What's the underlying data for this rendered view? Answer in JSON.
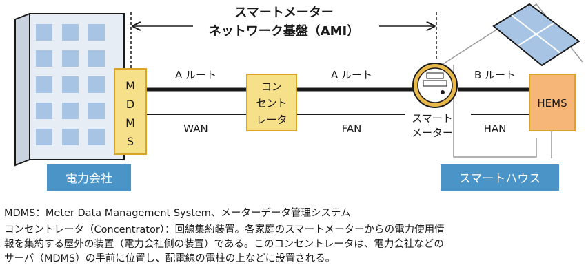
{
  "diagram": {
    "ami_title_line1": "スマートメーター",
    "ami_title_line2": "ネットワーク基盤（AMI）",
    "mdms_letters": [
      "M",
      "D",
      "M",
      "S"
    ],
    "concentrator_lines": [
      "コン",
      "セント",
      "レータ"
    ],
    "smart_meter_lines": [
      "スマート",
      "メーター"
    ],
    "hems_label": "HEMS",
    "routes": {
      "a_route_left": "A ルート",
      "a_route_right": "A ルート",
      "b_route": "B ルート"
    },
    "networks": {
      "wan": "WAN",
      "fan": "FAN",
      "han": "HAN"
    },
    "power_company_label": "電力会社",
    "smart_house_label": "スマートハウス"
  },
  "notes": {
    "mdms_definition": "MDMS：Meter Data Management System、メーターデータ管理システム",
    "concentrator_definition_lines": [
      "コンセントレータ（Concentrator）：回線集約装置。各家庭のスマートメーターからの電力使用情",
      "報を集約する屋外の装置（電力会社側の装置）である。このコンセントレータは、電力会社などの",
      "サーバ（MDMS）の手前に位置し、配電線の電柱の上などに設置される。"
    ]
  },
  "colors": {
    "box_yellow": "#f7e08a",
    "box_border": "#d8a52a",
    "hems_orange": "#f6b678",
    "label_blue": "#4a94c8",
    "building_face": "#e7edf5",
    "window_blue": "#a8c4e4",
    "meter_gold": "#e8b84a"
  }
}
